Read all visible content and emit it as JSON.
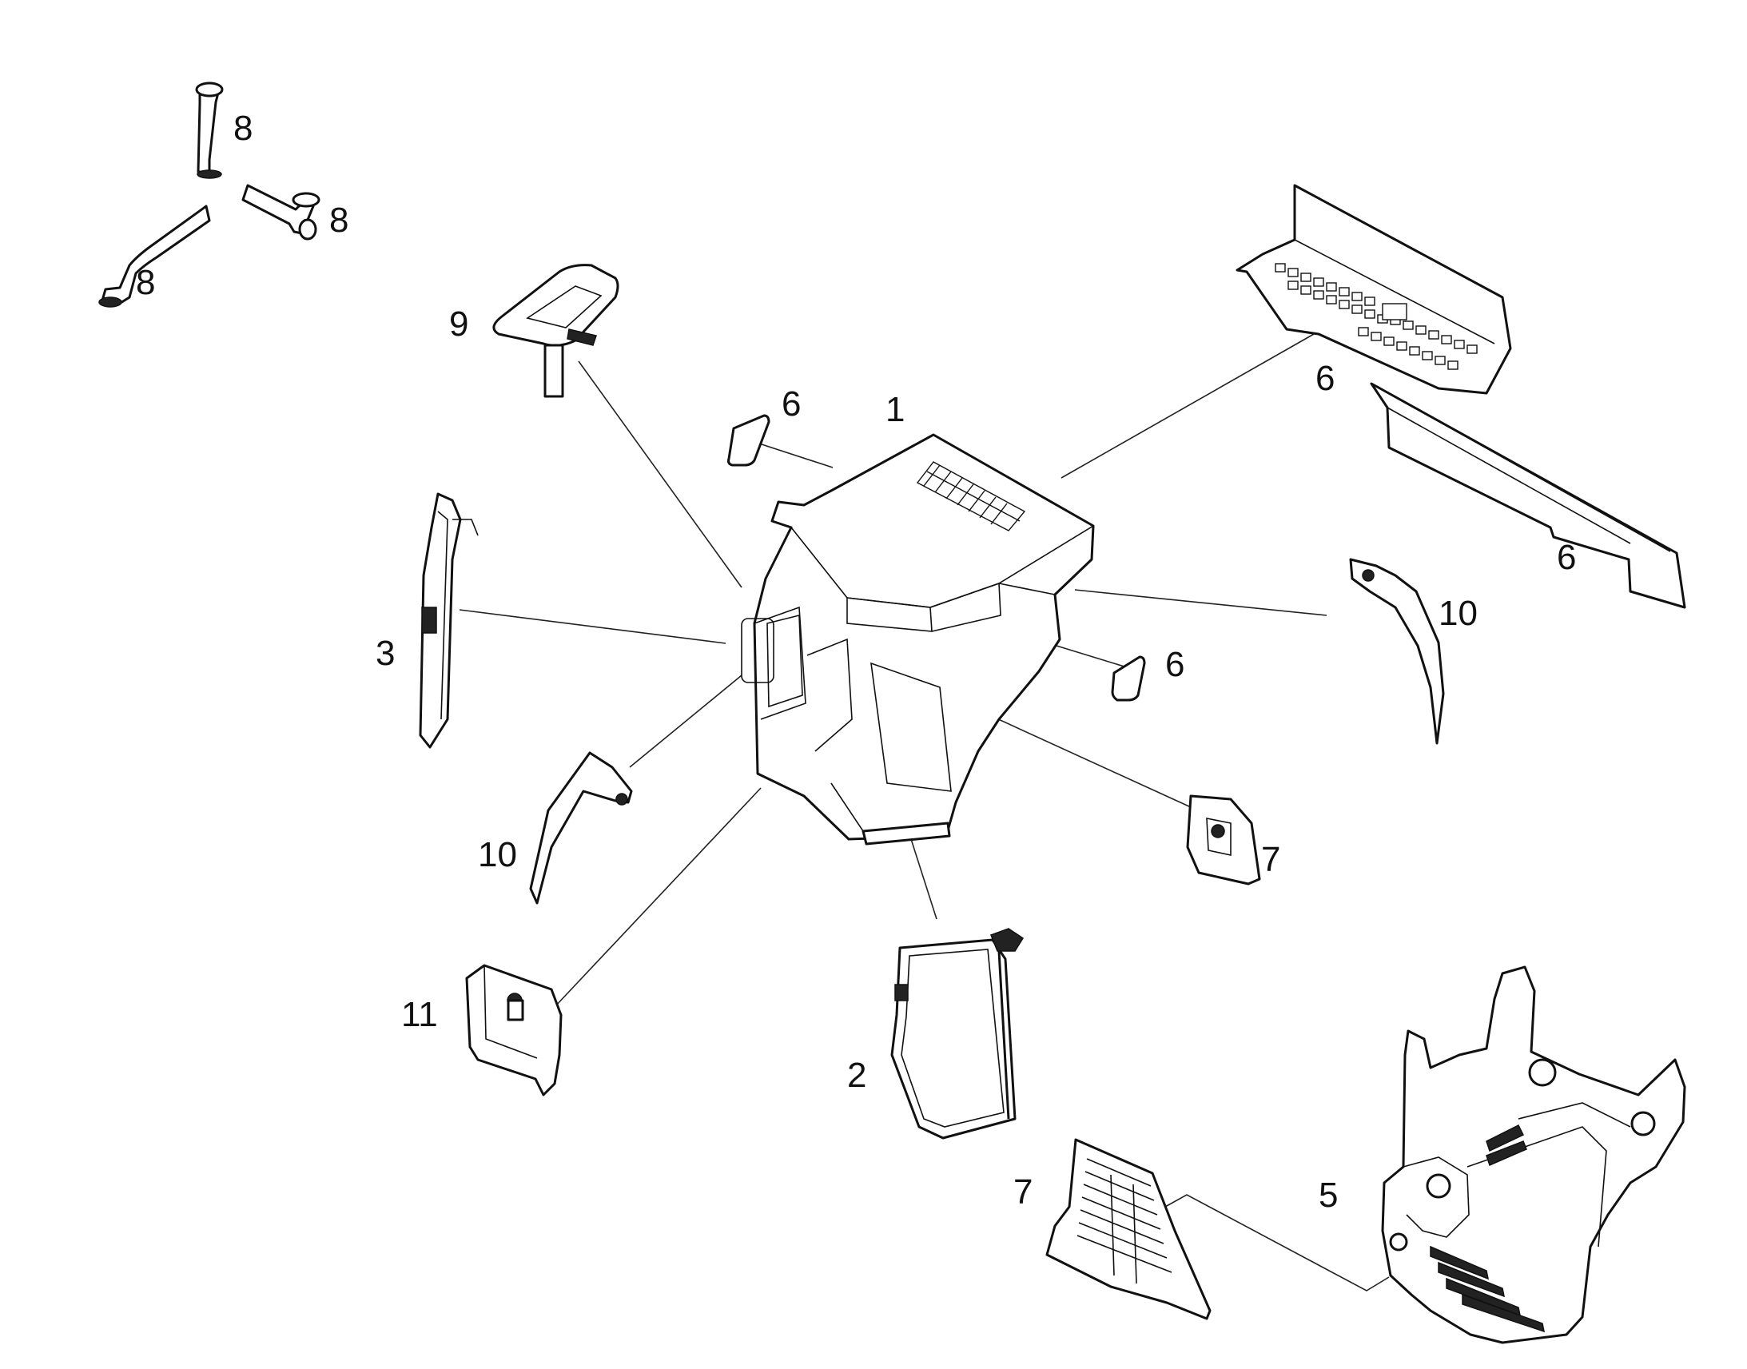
{
  "callouts": {
    "c1": "1",
    "c2": "2",
    "c3": "3",
    "c5": "5",
    "c6a": "6",
    "c6b": "6",
    "c6c": "6",
    "c6d": "6",
    "c7a": "7",
    "c7b": "7",
    "c8a": "8",
    "c8b": "8",
    "c8c": "8",
    "c9": "9",
    "c10a": "10",
    "c10b": "10",
    "c11": "11"
  }
}
